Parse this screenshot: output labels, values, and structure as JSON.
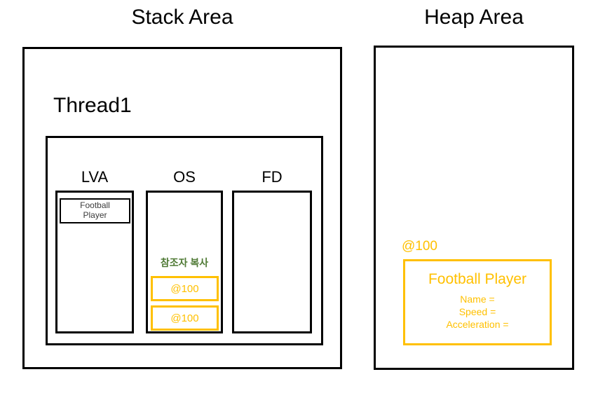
{
  "diagram": {
    "title_left": "Stack Area",
    "title_right": "Heap Area",
    "colors": {
      "outline": "#000000",
      "reference": "#ffc000",
      "note": "#4f7a35",
      "background": "#ffffff",
      "slot_text": "#3b3b3b"
    }
  },
  "stack": {
    "thread": {
      "label": "Thread1",
      "columns": [
        {
          "key": "lva",
          "label": "LVA",
          "slots": [
            {
              "text": "Football\nPlayer",
              "style": "black-outline"
            }
          ]
        },
        {
          "key": "os",
          "label": "OS",
          "note": "참조자 복사",
          "slots": [
            {
              "text": "@100",
              "style": "amber-outline"
            },
            {
              "text": "@100",
              "style": "amber-outline"
            }
          ]
        },
        {
          "key": "fd",
          "label": "FD",
          "slots": []
        }
      ]
    }
  },
  "heap": {
    "address": "@100",
    "object": {
      "title": "Football Player",
      "fields": [
        "Name =",
        "Speed =",
        "Acceleration ="
      ]
    }
  }
}
